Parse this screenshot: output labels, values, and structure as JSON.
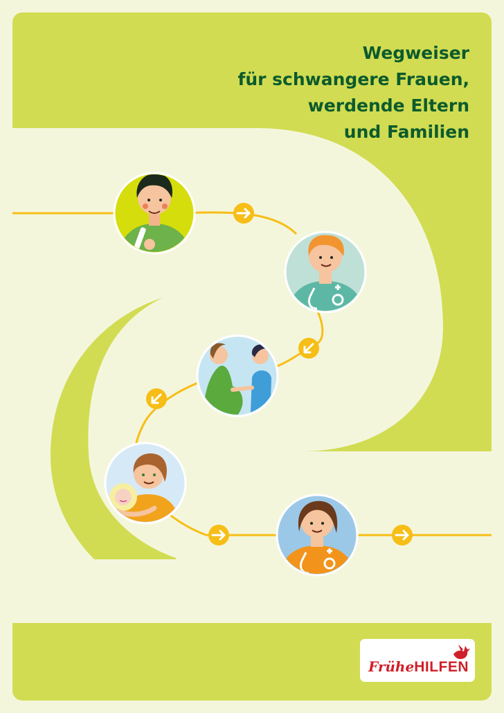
{
  "cover": {
    "title_lines": [
      "Wegweiser",
      "für schwangere Frauen,",
      "werdende Eltern",
      "und Familien"
    ]
  },
  "path_steps": [
    {
      "icon": "person-with-pregnancy-test-icon",
      "arrow": "arrow-right-icon"
    },
    {
      "icon": "doctor-icon",
      "arrow": "arrow-down-left-icon"
    },
    {
      "icon": "pregnant-woman-with-midwife-icon",
      "arrow": "arrow-down-left-icon"
    },
    {
      "icon": "mother-with-baby-icon",
      "arrow": "arrow-right-icon"
    },
    {
      "icon": "pediatrician-icon",
      "arrow": "arrow-right-icon"
    }
  ],
  "logo": {
    "text_a": "Frühe",
    "text_b": "HILFEN",
    "icon": "bird-icon"
  },
  "colors": {
    "background_green": "#d1dc52",
    "road_cream": "#f4f6dc",
    "title_green": "#0c5b2c",
    "path_yellow": "#f6be16",
    "logo_red": "#cf2029"
  }
}
